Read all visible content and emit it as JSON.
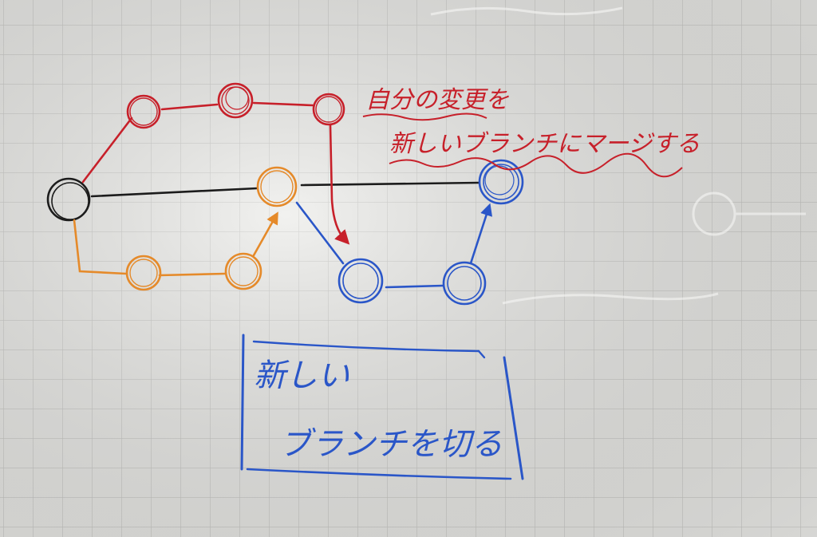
{
  "annotations": {
    "red_line1": "自分の変更を",
    "red_line2": "新しいブランチにマージする",
    "blue_line1": "新しい",
    "blue_line2": "ブランチを切る"
  },
  "colors": {
    "paper": "#e9e9e6",
    "grid": "#c9c9c6",
    "black": "#1c1c1c",
    "red": "#c7202a",
    "orange": "#e58a2a",
    "blue": "#2a56c8"
  }
}
